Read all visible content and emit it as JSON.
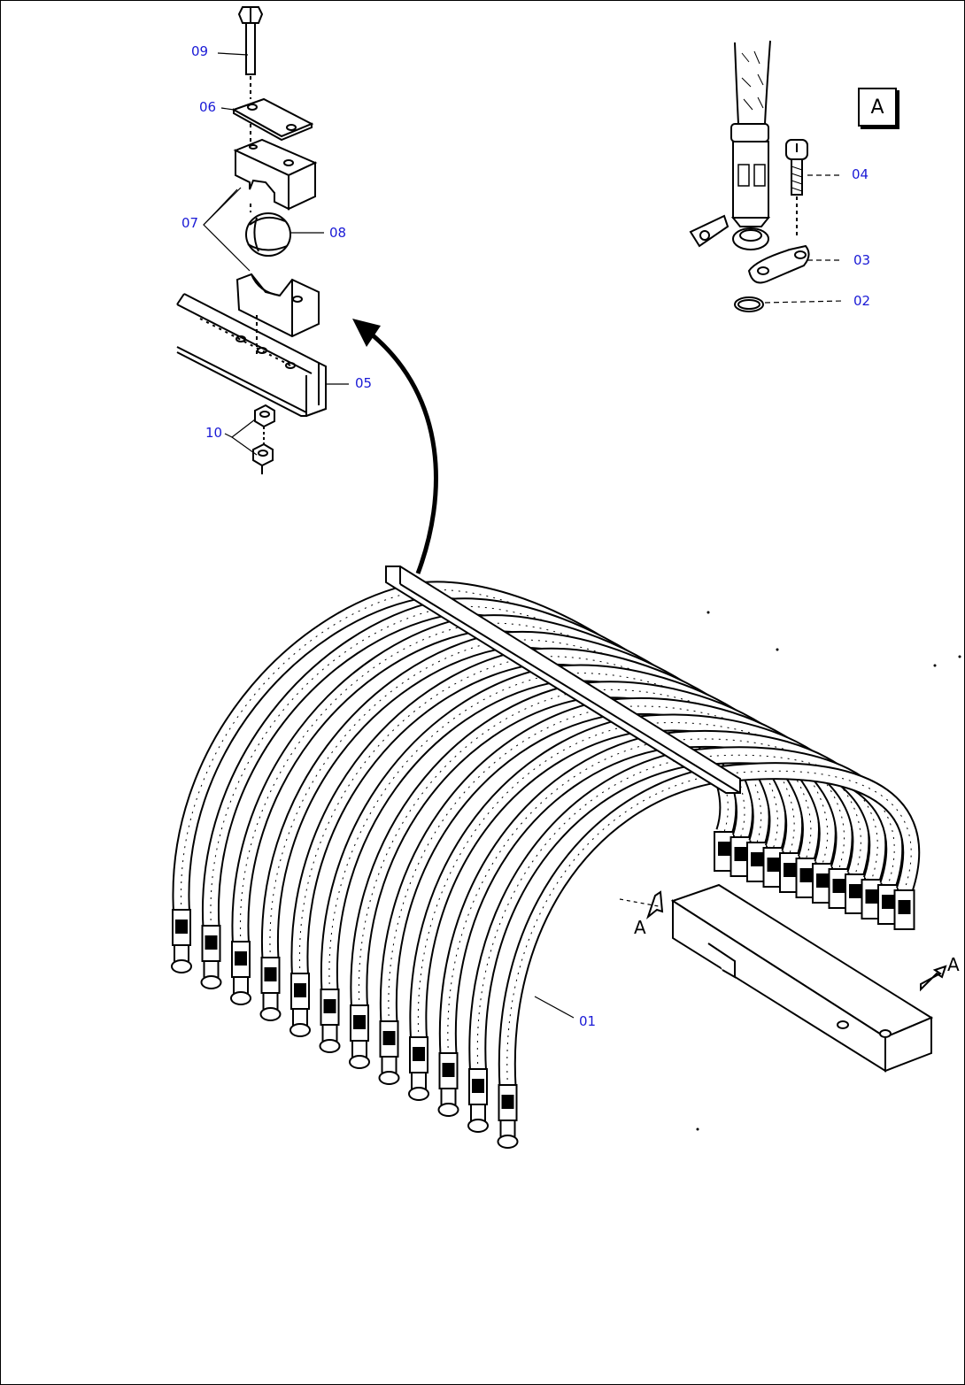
{
  "colors": {
    "line": "#000000",
    "callout": "#1a1ad6",
    "background": "#ffffff"
  },
  "callouts": {
    "c01": "01",
    "c02": "02",
    "c03": "03",
    "c04": "04",
    "c05": "05",
    "c06": "06",
    "c07": "07",
    "c08": "08",
    "c09": "09",
    "c10": "10"
  },
  "view_tag": "A",
  "view_arrow_1": "A",
  "view_arrow_2": "A"
}
